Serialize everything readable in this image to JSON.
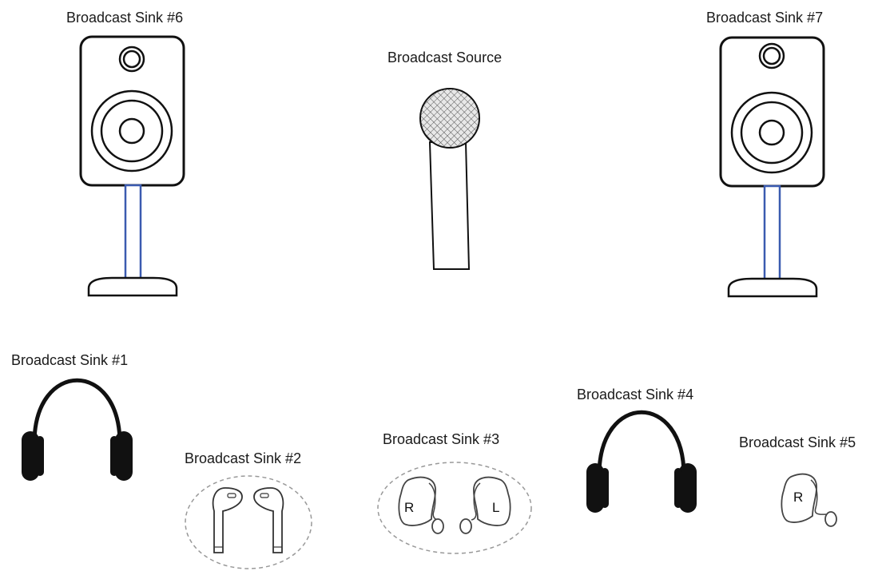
{
  "labels": {
    "sink6": "Broadcast Sink #6",
    "source": "Broadcast Source",
    "sink7": "Broadcast Sink #7",
    "sink1": "Broadcast Sink #1",
    "sink2": "Broadcast Sink #2",
    "sink3": "Broadcast Sink #3",
    "sink4": "Broadcast Sink #4",
    "sink5": "Broadcast Sink #5"
  },
  "hearing_aid_marks": {
    "sink3_right": "R",
    "sink3_left": "L",
    "sink5_right": "R"
  },
  "icons": {
    "sink6": "speaker-on-stand-icon",
    "source": "microphone-icon",
    "sink7": "speaker-on-stand-icon",
    "sink1": "headphones-icon",
    "sink2": "earbuds-icon",
    "sink3": "hearing-aids-pair-icon",
    "sink4": "headphones-icon",
    "sink5": "hearing-aid-icon"
  },
  "colors": {
    "line": "#111111",
    "stand_pole": "#3b5bb0",
    "case_dash": "#999999"
  }
}
